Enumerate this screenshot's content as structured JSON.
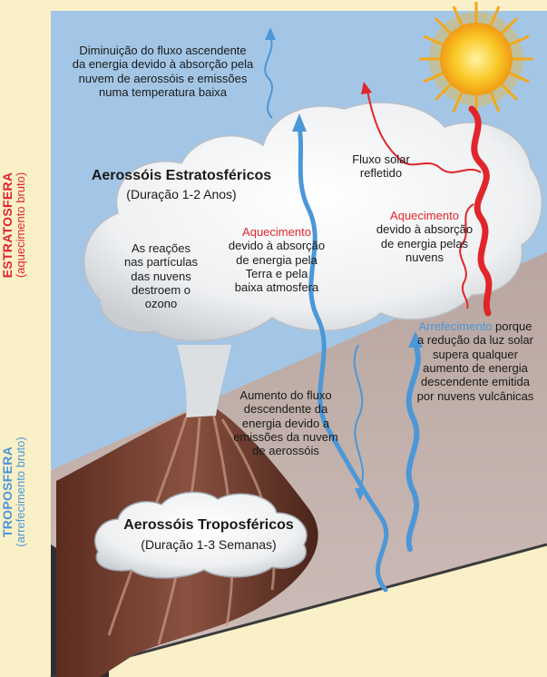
{
  "side_labels": {
    "stratosphere": {
      "name": "ESTRATOSFERA",
      "note": "(aquecimento bruto)"
    },
    "troposphere": {
      "name": "TROPOSFERA",
      "note": "(arrefecimento bruto)"
    }
  },
  "stratospheric_aerosols": {
    "title": "Aerossóis Estratosféricos",
    "duration": "(Duração 1-2 Anos)"
  },
  "tropospheric_aerosols": {
    "title": "Aerossóis Troposféricos",
    "duration": "(Duração 1-3 Semanas)"
  },
  "top_note": {
    "line1": "Diminuição do fluxo ascendente",
    "line2": "da energia devido à absorção pela",
    "line3": "nuvem de aerossóis e emissões",
    "line4": "numa temperatura baixa"
  },
  "ozone_note": {
    "line1": "As reações",
    "line2": "nas partículas",
    "line3": "das nuvens",
    "line4": "destroem o",
    "line5": "ozono"
  },
  "heating_earth": {
    "keyword": "Aquecimento",
    "line1": "devido à absorção",
    "line2": "de energia pela",
    "line3": "Terra e pela",
    "line4": "baixa atmosfera"
  },
  "reflected_flux": {
    "line1": "Fluxo solar",
    "line2": "refletido"
  },
  "heating_clouds": {
    "keyword": "Aquecimento",
    "line1": "devido à absorção",
    "line2": "de energia pelas",
    "line3": "nuvens"
  },
  "cooling_note": {
    "keyword": "Arrefecimento",
    "rest": " porque",
    "line2": "a redução da luz solar",
    "line3": "supera qualquer",
    "line4": "aumento de energia",
    "line5": "descendente emitida",
    "line6": "por nuvens vulcânicas"
  },
  "downward_note": {
    "line1": "Aumento do fluxo",
    "line2": "descendente da",
    "line3": "energia devido a",
    "line4": "emissões da nuvem",
    "line5": "de aerossóis"
  },
  "colors": {
    "sky": "#a4c6e6",
    "red": "#e0262a",
    "blue": "#4b97d8",
    "border": "#faf0c8",
    "sun": "#f7c01c"
  }
}
